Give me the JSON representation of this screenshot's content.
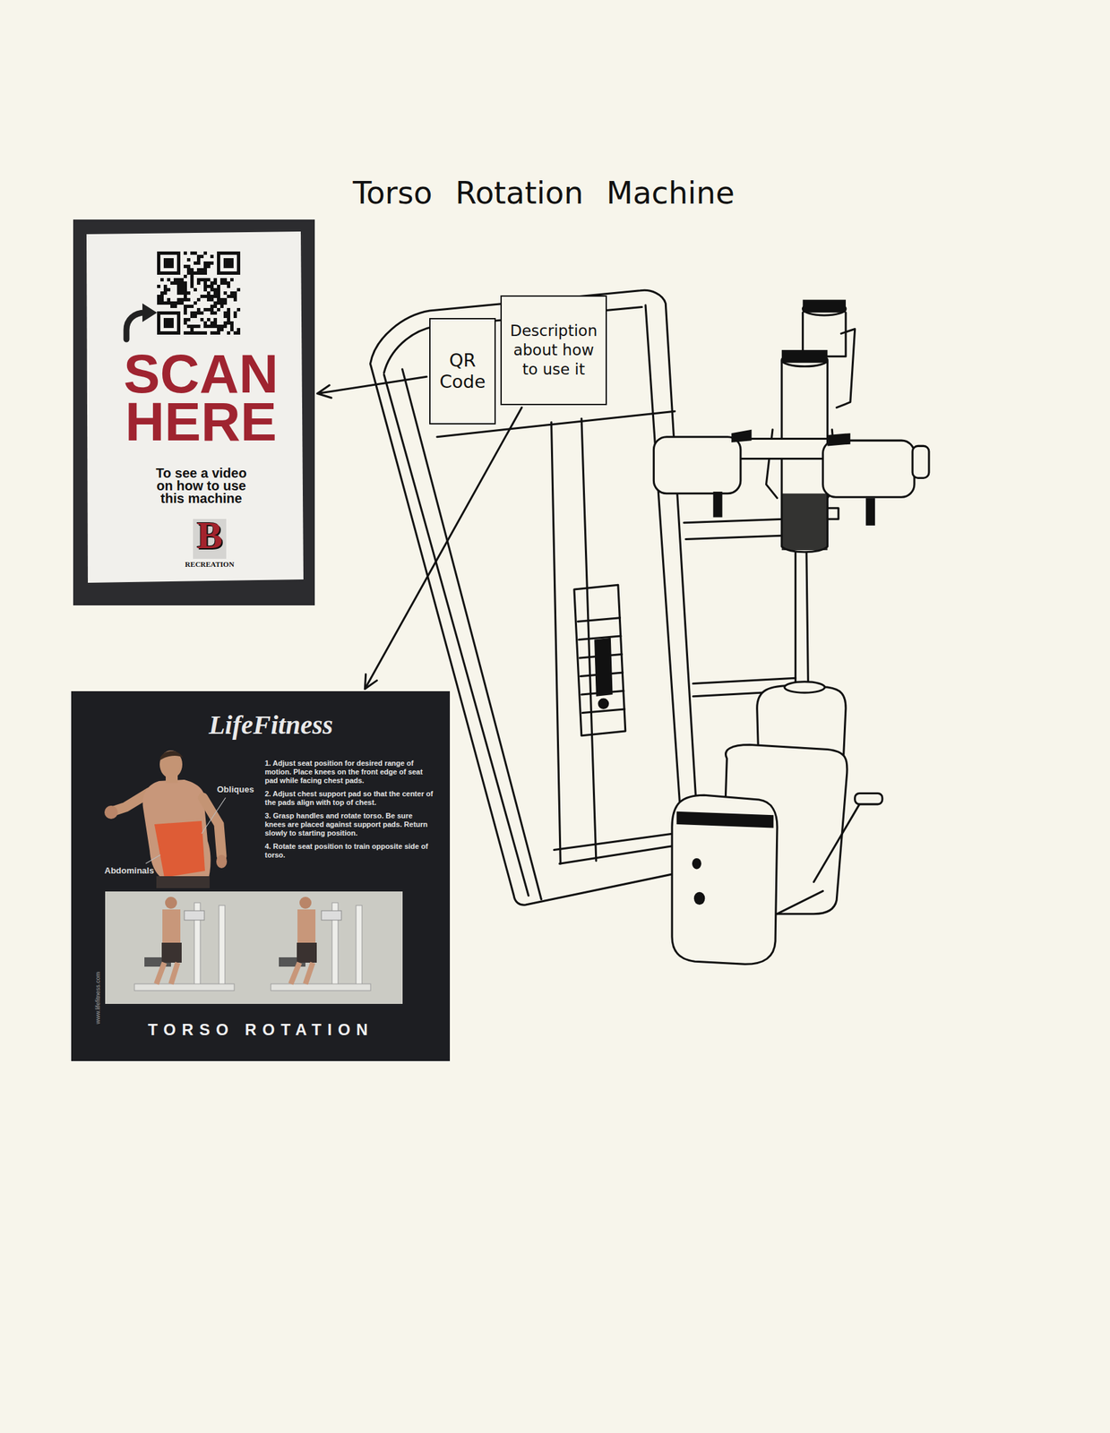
{
  "diagram": {
    "title": "Torso Rotation Machine",
    "nodes": [
      {
        "text": [
          "SCAN HERE",
          "To see a video on how to use this machine",
          "B",
          "RECREATION"
        ]
      },
      {
        "text": [
          "QR Code"
        ]
      },
      {
        "text": [
          "Description about how to use it"
        ]
      },
      {
        "text": [
          "LifeFitness",
          "Obliques",
          "Abdominals",
          "1. Adjust seat position for desired range of motion. Place knees on the front edge of seat pad while facing chest pads.",
          "2. Adjust chest support pad so that the center of the pads align with top of chest.",
          "3. Grasp handles and rotate torso. Be sure knees are placed against support pads. Return slowly to starting position.",
          "4. Rotate seat position to train opposite side of torso.",
          "www.lifefitness.com",
          "TORSO ROTATION"
        ]
      }
    ],
    "edges": [
      {
        "from": 1,
        "to": 0,
        "arrow": "to"
      },
      {
        "from": 2,
        "to": 3,
        "arrow": "to"
      }
    ]
  }
}
